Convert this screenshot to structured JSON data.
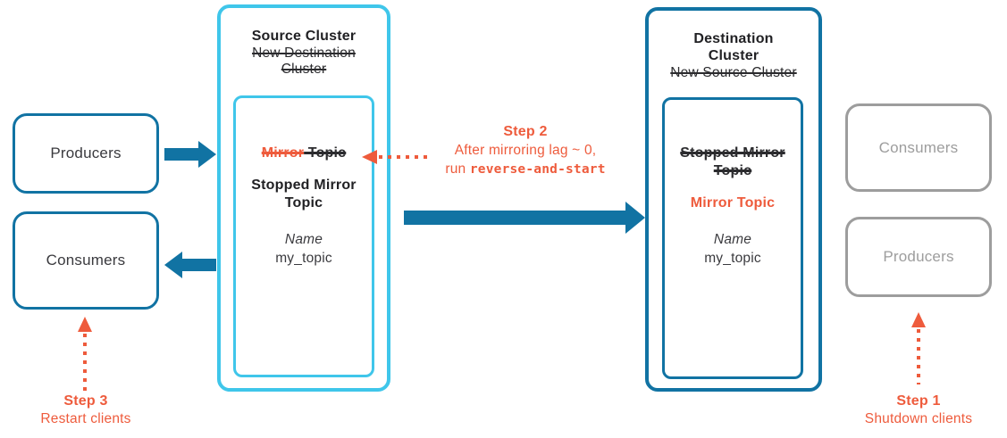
{
  "palette": {
    "teal": "#1173A3",
    "cyan": "#3FC6EA",
    "orange": "#EE5B3C",
    "gray": "#9D9D9D",
    "ink": "#2B2B2E"
  },
  "left_clients": {
    "producers_label": "Producers",
    "consumers_label": "Consumers"
  },
  "source_cluster": {
    "title": "Source Cluster",
    "former_title": "New Destination Cluster",
    "topic_box": {
      "former_state_word1": "Mirror",
      "former_state_word2": " Topic",
      "current_state": "Stopped Mirror Topic",
      "name_label": "Name",
      "name_value": "my_topic"
    }
  },
  "destination_cluster": {
    "title": "Destination Cluster",
    "former_title": "New Source Cluster",
    "topic_box": {
      "former_state": "Stopped Mirror Topic",
      "current_state": "Mirror Topic",
      "name_label": "Name",
      "name_value": "my_topic"
    }
  },
  "right_clients": {
    "consumers_label": "Consumers",
    "producers_label": "Producers"
  },
  "steps": {
    "step1": {
      "title": "Step 1",
      "description": "Shutdown clients"
    },
    "step2": {
      "title": "Step 2",
      "line1": "After mirroring lag ~ 0,",
      "line2_prefix": "run ",
      "line2_command": "reverse-and-start"
    },
    "step3": {
      "title": "Step 3",
      "description": "Restart clients"
    }
  }
}
